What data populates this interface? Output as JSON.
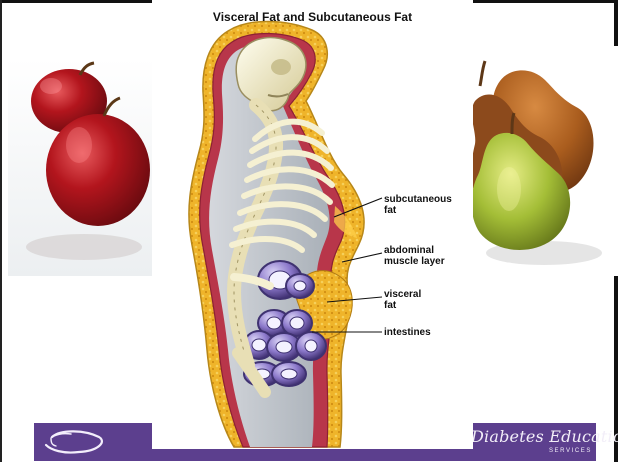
{
  "diagram": {
    "title": "Visceral Fat and Subcutaneous Fat",
    "labels": {
      "subcutaneous": [
        "subcutaneous",
        "fat"
      ],
      "abdominal": [
        "abdominal",
        "muscle layer"
      ],
      "visceral": [
        "visceral",
        "fat"
      ],
      "intestines": [
        "intestines"
      ]
    }
  },
  "footer": {
    "brand_main": "Diabetes Education",
    "brand_sub": "SERVICES"
  },
  "colors": {
    "fat": "#f0b428",
    "muscle": "#b8364a",
    "bone": "#efe8c3",
    "organ": "#8b76c8",
    "footer": "#5c3f8e"
  },
  "icons": {
    "left_photo": "apples-photo",
    "right_photo": "pears-photo",
    "footer_logo": "swirl-logo-icon"
  }
}
